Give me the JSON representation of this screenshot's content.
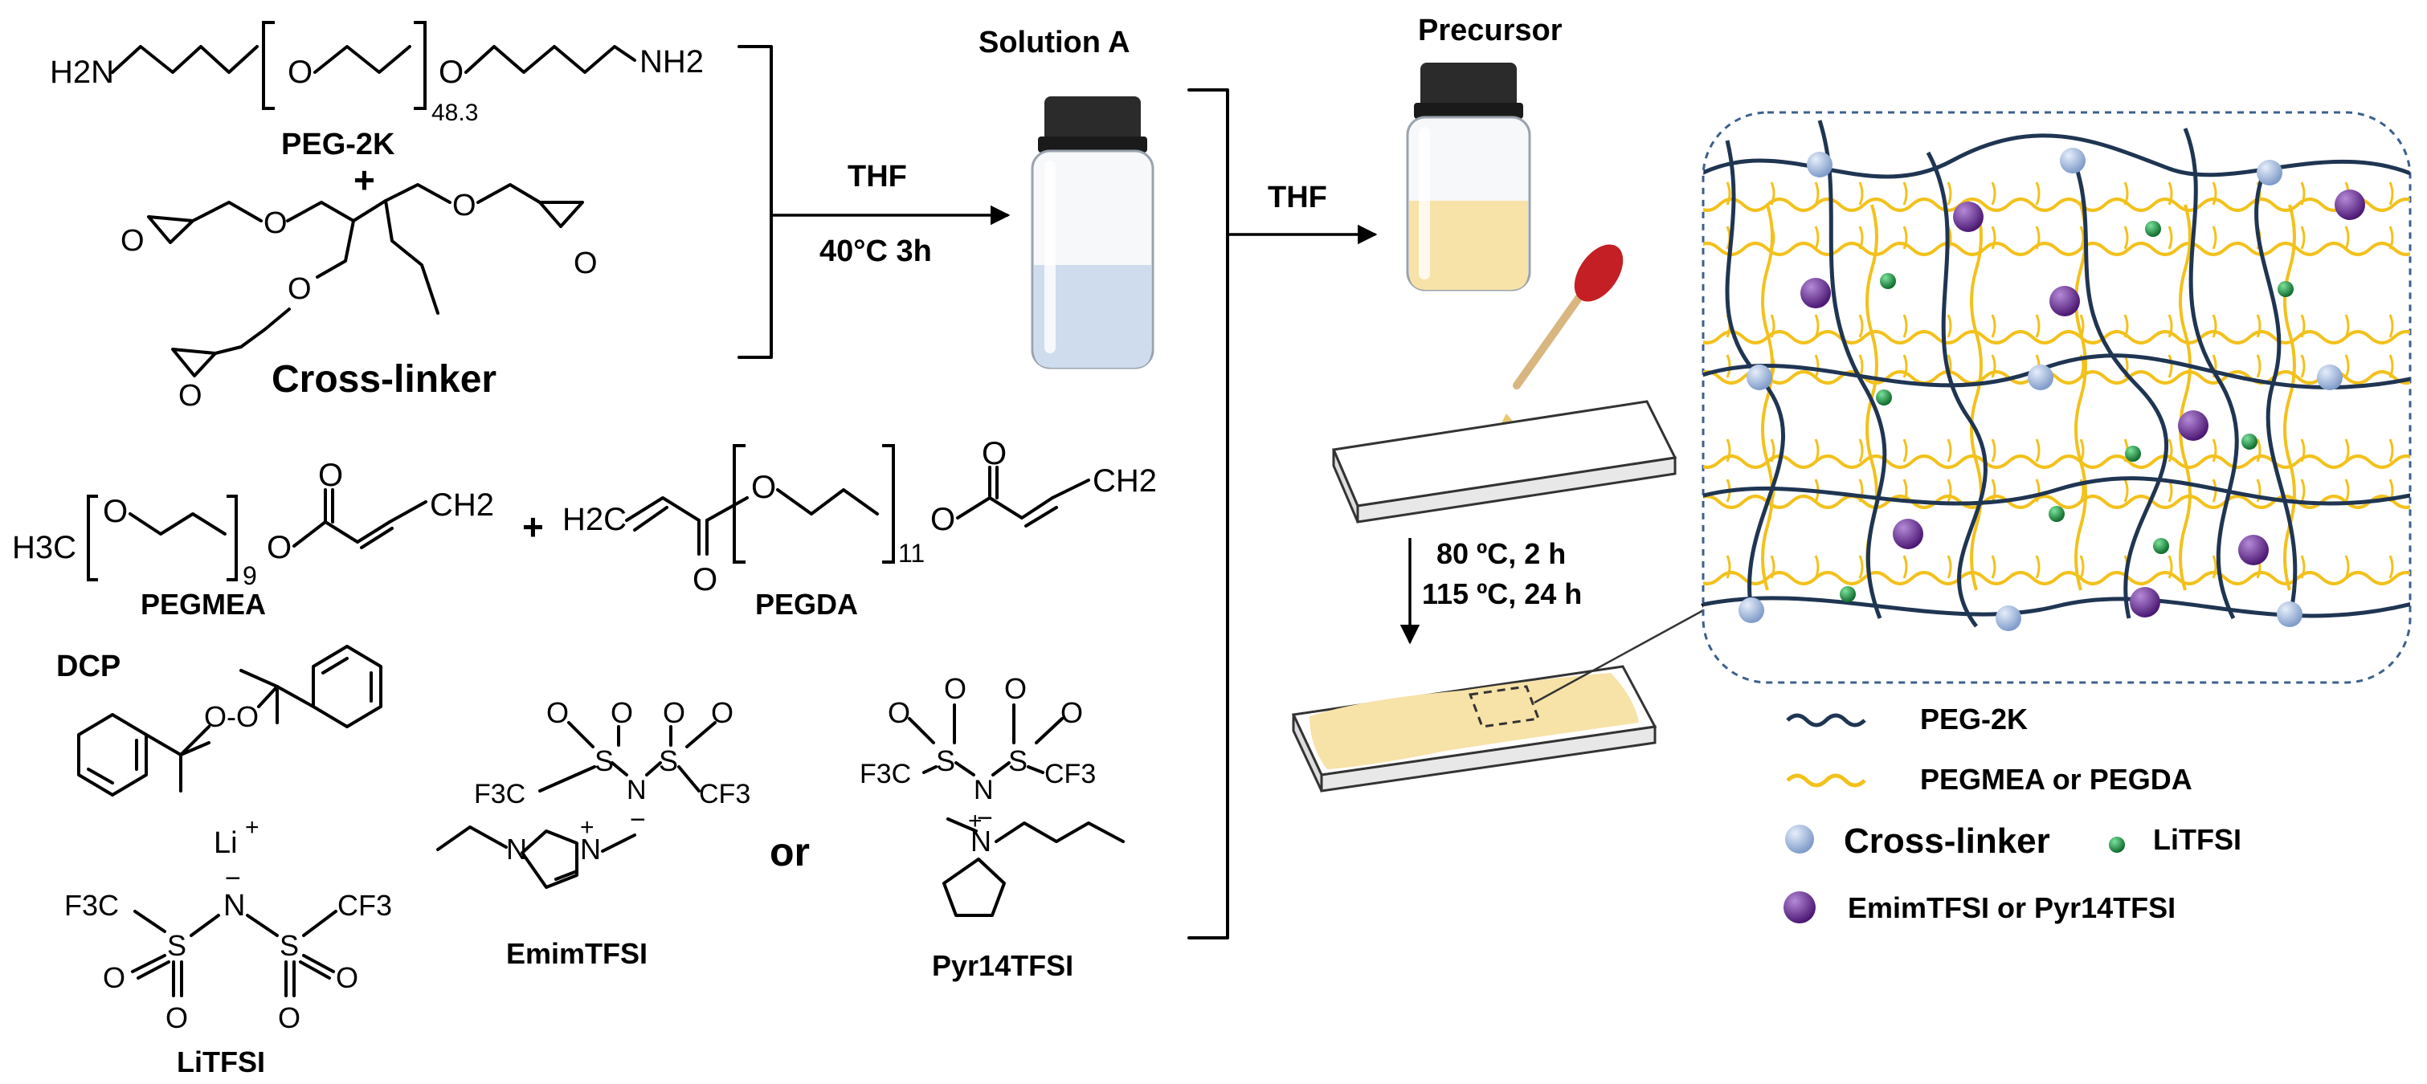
{
  "colors": {
    "network": "#1f3552",
    "pegmea": "#f2c11c",
    "crosslinker": "#9bb4dc",
    "litfsi": "#1e8a3c",
    "ionic_liquid": "#6a2f96",
    "precursor_liquid": "#f7e2a8",
    "solution_a_liquid": "#cfdcee",
    "dropper_bulb": "#c41f24",
    "dashed_frame": "#3d5f8d"
  },
  "labels": {
    "peg2k_h2n": "H2N",
    "peg2k_nh2": "NH2",
    "peg2k_o1": "O",
    "peg2k_o2": "O",
    "peg2k_sub": "48.3",
    "peg2k_name": "PEG-2K",
    "plus_1": "+",
    "crosslinker_name": "Cross-linker",
    "pegmea_h3c": "H3C",
    "pegmea_o": "O",
    "pegmea_o2": "O",
    "pegmea_o3": "O",
    "pegmea_sub": "9",
    "pegmea_ch2": "CH2",
    "pegmea_name": "PEGMEA",
    "plus_2": "+",
    "pegda_h2c": "H2C",
    "pegda_o": "O",
    "pegda_o2": "O",
    "pegda_o3": "O",
    "pegda_o4": "O",
    "pegda_sub": "11",
    "pegda_ch2": "CH2",
    "pegda_name": "PEGDA",
    "dcp_name": "DCP",
    "dcp_oo": "O-O",
    "li": "Li",
    "li_charge": "+",
    "n_charge": "−",
    "n": "N",
    "f3c": "F3C",
    "cf3": "CF3",
    "s": "S",
    "o": "O",
    "litfsi_name": "LiTFSI",
    "plus_charge": "+",
    "emim_name": "EmimTFSI",
    "or": "or",
    "pyr_name": "Pyr14TFSI",
    "solution_a": "Solution A",
    "thf_1": "THF",
    "cond_1": "40°C 3h",
    "thf_2": "THF",
    "precursor": "Precursor",
    "cond_2a": "80 ºC, 2 h",
    "cond_2b": "115 ºC, 24 h"
  },
  "legend": {
    "peg2k": "PEG-2K",
    "pegmea_or_pegda": "PEGMEA or PEGDA",
    "crosslinker": "Cross-linker",
    "litfsi": "LiTFSI",
    "ionic_liquid": "EmimTFSI or Pyr14TFSI"
  }
}
